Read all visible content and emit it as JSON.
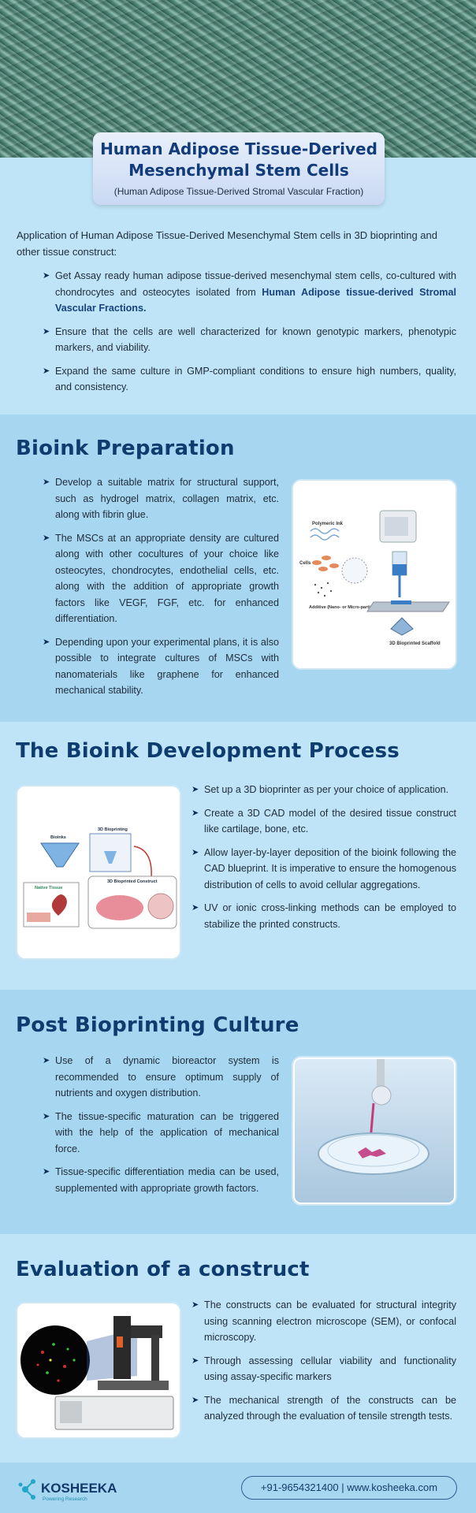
{
  "header": {
    "title_line1": "Human Adipose Tissue-Derived",
    "title_line2": "Mesenchymal Stem Cells",
    "subtitle": "(Human Adipose Tissue-Derived Stromal Vascular Fraction)"
  },
  "intro": {
    "text": "Application of Human Adipose Tissue-Derived Mesenchymal Stem cells in 3D bioprinting and other tissue construct:",
    "bullet1_pre": "Get Assay ready human adipose tissue-derived mesenchymal stem cells, co-cultured with chondrocytes and osteocytes isolated from ",
    "bullet1_link": "Human Adipose tissue-derived Stromal Vascular Fractions.",
    "bullet2": "Ensure that the cells are well characterized for known genotypic markers, phenotypic markers, and viability.",
    "bullet3": "Expand the same culture in GMP-compliant conditions to ensure high numbers, quality, and consistency."
  },
  "bioink": {
    "heading": "Bioink Preparation",
    "bullets": [
      "Develop a suitable matrix for structural support, such as hydrogel matrix, collagen matrix, etc. along with fibrin glue.",
      "The MSCs at an appropriate density are cultured along with other cocultures of your choice like osteocytes, chondrocytes, endothelial cells, etc. along with the addition of appropriate growth factors like VEGF, FGF, etc. for enhanced differentiation.",
      "Depending upon your experimental plans, it is also possible to integrate cultures of MSCs with nanomaterials like graphene for enhanced mechanical stability."
    ],
    "figure": {
      "polymeric_ink": "Polymeric Ink",
      "cells": "Cells",
      "additive": "Additive (Nano- or Micro-particles)",
      "scaffold": "3D Bioprinted Scaffold"
    }
  },
  "process": {
    "heading": "The Bioink Development Process",
    "bullets": [
      "Set up a 3D bioprinter as per your choice of application.",
      "Create a 3D CAD model of the desired tissue construct like cartilage, bone, etc.",
      "Allow layer-by-layer deposition of the bioink following the CAD blueprint. It is imperative to ensure the homogenous distribution of cells to avoid cellular aggregations.",
      "UV or ionic cross-linking methods can be employed to stabilize the printed constructs."
    ],
    "figure": {
      "bioinks": "Bioinks",
      "bioprinting": "3D Bioprinting",
      "native_tissue": "Native Tissue",
      "construct": "3D Bioprinted Construct"
    }
  },
  "culture": {
    "heading": "Post Bioprinting Culture",
    "bullets": [
      "Use of a dynamic bioreactor system is recommended to ensure optimum supply of nutrients and oxygen distribution.",
      "The tissue-specific maturation can be triggered with the help of the application of mechanical force.",
      "Tissue-specific differentiation media can be used, supplemented with appropriate growth factors."
    ]
  },
  "evaluation": {
    "heading": "Evaluation of a construct",
    "bullets": [
      "The constructs can be evaluated for structural integrity using scanning electron microscope (SEM), or confocal microscopy.",
      "Through assessing cellular viability and functionality using assay-specific markers",
      "The mechanical strength of the constructs can be analyzed through the evaluation of tensile strength tests."
    ]
  },
  "footer": {
    "brand": "KOSHEEKA",
    "tagline": "Powering Research",
    "contact": "+91-9654321400 | www.kosheeka.com"
  },
  "colors": {
    "heading": "#0e3c6e",
    "band_light": "#bfe4f7",
    "band_dark": "#a7d6f0"
  }
}
